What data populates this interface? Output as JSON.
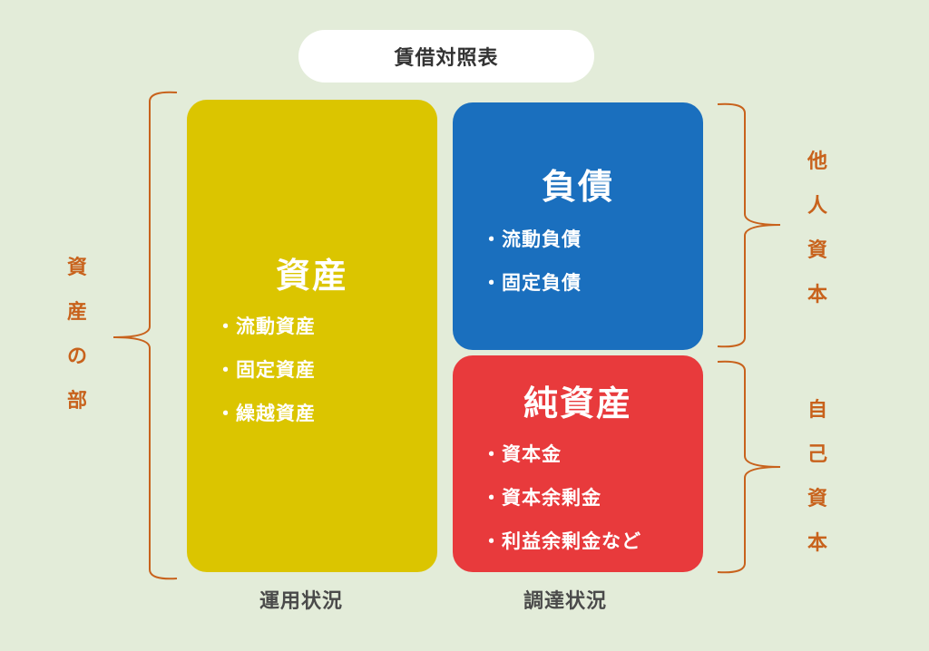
{
  "title": "賃借対照表",
  "colors": {
    "background": "#e3ecd9",
    "assets": "#dbc500",
    "liabilities": "#1a6fbe",
    "equity": "#e83a3c",
    "bracket_label": "#c8621c",
    "bottom_label": "#4a4a4a"
  },
  "assets_box": {
    "title": "資産",
    "items": [
      {
        "bullet": "・",
        "label": "流動資産"
      },
      {
        "bullet": "・",
        "label": "固定資産"
      },
      {
        "bullet": "・",
        "label": "繰越資産"
      }
    ]
  },
  "liabilities_box": {
    "title": "負債",
    "items": [
      {
        "bullet": "・",
        "label": "流動負債"
      },
      {
        "bullet": "・",
        "label": "固定負債"
      }
    ]
  },
  "equity_box": {
    "title": "純資産",
    "items": [
      {
        "bullet": "・",
        "label": "資本金"
      },
      {
        "bullet": "・",
        "label": "資本余剰金"
      },
      {
        "bullet": "・",
        "label": "利益余剰金など"
      }
    ]
  },
  "left_bracket_label": [
    "資",
    "産",
    "の",
    "部"
  ],
  "right_top_bracket_label": [
    "他",
    "人",
    "資",
    "本"
  ],
  "right_bottom_bracket_label": [
    "自",
    "己",
    "資",
    "本"
  ],
  "bottom_labels": {
    "left": "運用状況",
    "right": "調達状況"
  }
}
